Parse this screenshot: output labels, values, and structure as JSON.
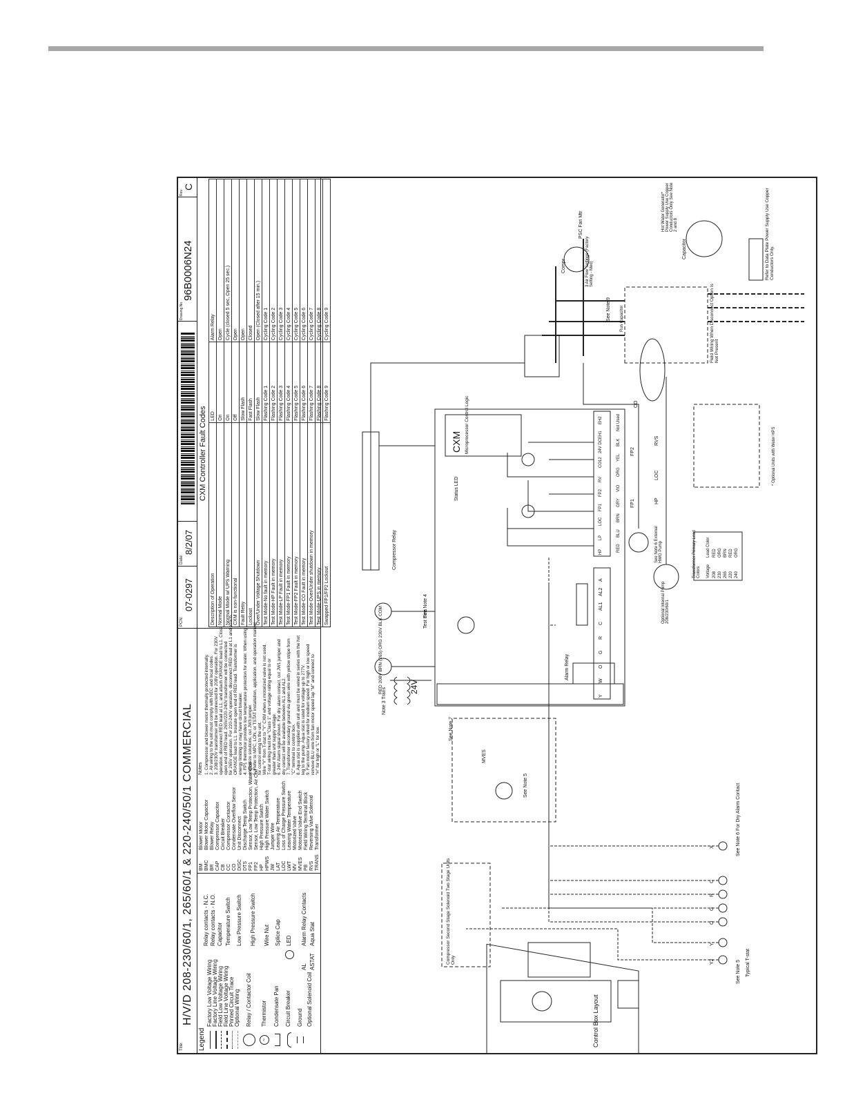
{
  "header": {
    "title_label": "Title:",
    "title": "H/V/D  208-230/60/1, 265/60/1 & 220-240/50/1 COMMERCIAL",
    "pcn_label": "PCN:",
    "pcn": "07-0297",
    "date_label": "Date:",
    "date": "8/2/07",
    "drawing_label": "Drawing No.",
    "drawing_no": "96B0006N24",
    "rev_label": "Rev.",
    "rev": "C"
  },
  "legend": {
    "title": "Legend",
    "line_types": [
      "Factory Low Voltage Wiring",
      "Factory Line Voltage Wiring",
      "Field Low Voltage Wiring",
      "Field Line Voltage Wiring",
      "Printed Circuit Trace",
      "Optional Wiring"
    ],
    "symbols_left": [
      "Relay / Contactor Coil",
      "Thermistor",
      "Condensate Pan",
      "Circuit Breaker",
      "Ground",
      "Optional Solenoid Coil"
    ],
    "symbols_right": [
      "Relay contacts - N.C.",
      "Relay contacts - N.O.",
      "Capacitor",
      "Temperature Switch",
      "Low Pressure Switch",
      "High Pressure Switch",
      "Wire Nut",
      "Splice Cap",
      "LED"
    ],
    "al": "AL",
    "al_desc": "Alarm Relay Contacts",
    "astat": "ASTAT",
    "astat_desc": "Aqua Stat",
    "abbreviations": [
      [
        "BM",
        "Blower Motor"
      ],
      [
        "BMC",
        "Blower Motor Capacitor"
      ],
      [
        "BR",
        "Blower Relay"
      ],
      [
        "CAP",
        "Compressor Capacitor"
      ],
      [
        "CB",
        "Circuit Breaker"
      ],
      [
        "CC",
        "Compressor Contactor"
      ],
      [
        "CO",
        "Condensate Overflow Sensor"
      ],
      [
        "DISC",
        "Unit Disconnect"
      ],
      [
        "DTS",
        "Discharge Temp Switch"
      ],
      [
        "FP1",
        "Sensor, Low Temp Protection, Water Coil"
      ],
      [
        "FP2",
        "Sensor, Low Temp Protection, Air Coil"
      ],
      [
        "HP",
        "High Pressure Switch"
      ],
      [
        "HPWS",
        "High Pressure Water Switch"
      ],
      [
        "JW",
        "Jumper Wire"
      ],
      [
        "LAT",
        "Leaving Air Temperature"
      ],
      [
        "LOC",
        "Loss of Charge Pressure Switch"
      ],
      [
        "LWT",
        "Leaving Water Temperature"
      ],
      [
        "MV",
        "Motorized Valve"
      ],
      [
        "MVES",
        "Motorized Valve End Switch"
      ],
      [
        "PB",
        "Field Wiring Terminal Block"
      ],
      [
        "RVS",
        "Reversing Valve Solenoid"
      ],
      [
        "TRANS",
        "Transformer"
      ]
    ]
  },
  "notes": {
    "title": "Notes",
    "items": [
      "1. Compressor and blower motor thermally protected internally.",
      "2. All wiring to the unit must comply with NEC and local codes.",
      "3. 208/230V transformer will be connected for 208V operation. For 230V",
      "   operation, disconnect RED lead at L1, and attach ORANGE lead to L1. Close",
      "   open end of RED lead. 265V/220-240V transformer will be connected",
      "   for 265V operation. For 220-240V operation, disconnect RED lead at L1 and attach",
      "   ORANGE lead to L1. Insulate open end of RED lead. Transformer is",
      "   energy limiting or may have circuit breaker.",
      "4. FP1 thermistor provides low temperature protection for water. When using",
      "   antifreeze solutions, cut JW3 jumper.",
      "5. Refer to MPC, LON, or TSTAT installation, application, and operation manual",
      "   for control wiring to the unit.",
      "   Wire \"Y\" from T-stat to \"Y\" CXM when a motorized valve is not used.",
      "   T-stat wiring must be \"Class 1\" and voltage rating equal to or",
      "   greater than unit supply voltage.",
      "6. 24V Alarm signal shown. For dry alarm contact, cut JW1 jumper and",
      "   dry contact will be available between AL1 and AL2.",
      "7. Transformer secondary ground via green wire with yellow stripe from",
      "   \"C\" terminal to control box.",
      "8. Aqua stat is supplied with unit and must be wired in series with the hot",
      "   leg to the pump. Aqua stat is rated for voltage up to 277V.",
      "9. Fan motor factory wired for medium speed. For high or low speed",
      "   remove BLU wire from fan motor speed tap \"M\" and connect to",
      "   \"H\" for high or \"L\" for low."
    ]
  },
  "fault_table": {
    "title": "CXM Controller Fault Codes",
    "headers": [
      "Description of Operation",
      "LED",
      "Alarm Relay"
    ],
    "rows": [
      [
        "Normal Mode",
        "On",
        "Open"
      ],
      [
        "Normal Mode w/ UPS Warning",
        "On",
        "Cycle (closed 5 sec, Open 25 sec.)"
      ],
      [
        "CXM is non-functional",
        "Off",
        "Open"
      ],
      [
        "Fault Retry",
        "Slow Flash",
        "Open"
      ],
      [
        "Lockout",
        "Fast Flash",
        "Closed"
      ],
      [
        "Over/Under Voltage Shutdown",
        "Slow Flash",
        "Open (Closed after 15 min.)"
      ],
      [
        "Test Mode-No fault in memory",
        "Flashing Code 1",
        "Cycling Code 1"
      ],
      [
        "Test Mode-HP Fault in memory",
        "Flashing Code 2",
        "Cycling Code 2"
      ],
      [
        "Test Mode-LP Fault in memory",
        "Flashing Code 3",
        "Cycling Code 3"
      ],
      [
        "Test Mode-FP1 Fault in memory",
        "Flashing Code 4",
        "Cycling Code 4"
      ],
      [
        "Test Mode-FP2 Fault in memory",
        "Flashing Code 5",
        "Cycling Code 5"
      ],
      [
        "Test Mode-CO Fault in memory",
        "Flashing Code 6",
        "Cycling Code 6"
      ],
      [
        "Test Mode-Over/Under shutdown in memory",
        "Flashing Code 7",
        "Cycling Code 7"
      ],
      [
        "Test Mode-UPS in memory",
        "Flashing Code 8",
        "Cycling Code 8"
      ],
      [
        "Swapped FP1/FP2 Lockout",
        "Flashing Code 9",
        "Cycling Code 9"
      ]
    ]
  },
  "diagram": {
    "control_box": "Control Box Layout",
    "typical_tstat": "Typical T-stat",
    "see_note5": "See Note 5",
    "see_note6": "See Note 6 For Dry Alarm Contact",
    "tstat_terminals": [
      "Y2",
      "Y",
      "O",
      "G",
      "R",
      "C",
      "X"
    ],
    "compressor_solenoid": "Compressor Second Stage Solenoid Two Stage Units Only",
    "cxm_title": "CXM",
    "cxm_sub": "Microprocessor Control Logic",
    "status_led": "Status LED",
    "alarm_relay": "Alarm Relay",
    "compressor_relay": "Compressor Relay",
    "test_pins": "Test Pins",
    "p1_terminals": [
      "Y",
      "W",
      "O",
      "G",
      "R",
      "C",
      "AL1",
      "AL2",
      "A"
    ],
    "p2_terminals": [
      "HP",
      "LP",
      "LOC",
      "FP1",
      "FP2",
      "RV",
      "CO12",
      "24V DC",
      "EH1",
      "EH2"
    ],
    "switch_labels": [
      "HP",
      "LOC",
      "FP1",
      "FP2",
      "RVS",
      "CO"
    ],
    "wire_colors": [
      "RED",
      "BLU",
      "BRN",
      "GRY",
      "VIO",
      "ORG",
      "YEL",
      "BLK",
      "Not Used"
    ],
    "trans_label": "Note 3 Trans",
    "trans_leads": "RED 208V  BRN (265)  ORG 230V  BLK COM",
    "voltage_24": "24V",
    "transformer_table_title": "Transformer Primary Lead Colors",
    "transformer_headers": [
      "Voltage",
      "Lead Color"
    ],
    "transformer_rows": [
      [
        "208",
        "RED"
      ],
      [
        "230",
        "ORG"
      ],
      [
        "265",
        "BRN"
      ],
      [
        "220",
        "RED"
      ],
      [
        "240",
        "ORG"
      ]
    ],
    "psc_fan": "PSC Fan Mtr",
    "air_flow": "3 Air Flow Settings (Factory Setting - Med)",
    "hot_water": "Hot Water Generator* Power Supply Use Copper Conductors Only See Note 2 and 8",
    "compr": "Compr",
    "run_cap": "Run Capacitor",
    "field_wiring": "Field Wiring When Disconnect Option Is Not Present",
    "data_plate": "Refer to Data Plate Power Supply Use Copper Conductors Only.",
    "optional_pump": "Optional Internal Pump 208/230/60/1",
    "ext_pump": "See Note 6 External HWG Pump",
    "hpws_note": "* Optional Units with Water HPS",
    "see_note7": "See Note 7",
    "see_note4": "See Note 4",
    "see_note9": "See Note 9",
    "capacitor": "Capacitor",
    "mves": "MVES",
    "mv_note": "See Note 5"
  }
}
